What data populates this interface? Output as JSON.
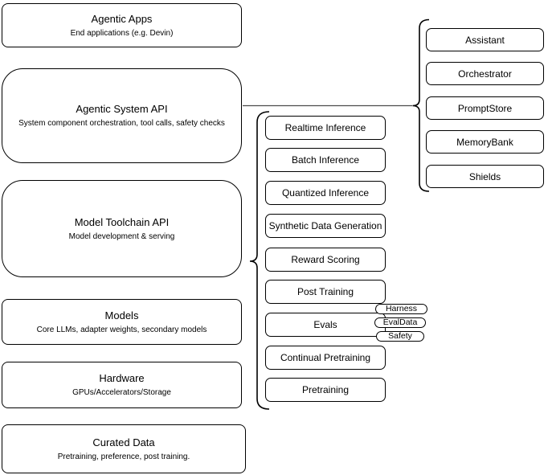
{
  "diagram": {
    "stack": [
      {
        "title": "Agentic Apps",
        "subtitle": "End applications (e.g. Devin)"
      },
      {
        "title": "Agentic System API",
        "subtitle": "System component orchestration, tool calls, safety checks"
      },
      {
        "title": "Model Toolchain API",
        "subtitle": "Model development & serving"
      },
      {
        "title": "Models",
        "subtitle": "Core LLMs, adapter weights, secondary models"
      },
      {
        "title": "Hardware",
        "subtitle": "GPUs/Accelerators/Storage"
      },
      {
        "title": "Curated Data",
        "subtitle": "Pretraining, preference, post training."
      }
    ],
    "toolchain": {
      "items": [
        "Realtime Inference",
        "Batch Inference",
        "Quantized Inference",
        "Synthetic Data Generation",
        "Reward Scoring",
        "Post Training",
        "Evals",
        "Continual Pretraining",
        "Pretraining"
      ]
    },
    "eval_tags": [
      "Harness",
      "EvalData",
      "Safety"
    ],
    "system": {
      "items": [
        "Assistant",
        "Orchestrator",
        "PromptStore",
        "MemoryBank",
        "Shields"
      ]
    },
    "colors": {
      "node_border": "#000000",
      "node_fill": "#ffffff",
      "text": "#000000",
      "connector": "#4d4d4d"
    }
  }
}
